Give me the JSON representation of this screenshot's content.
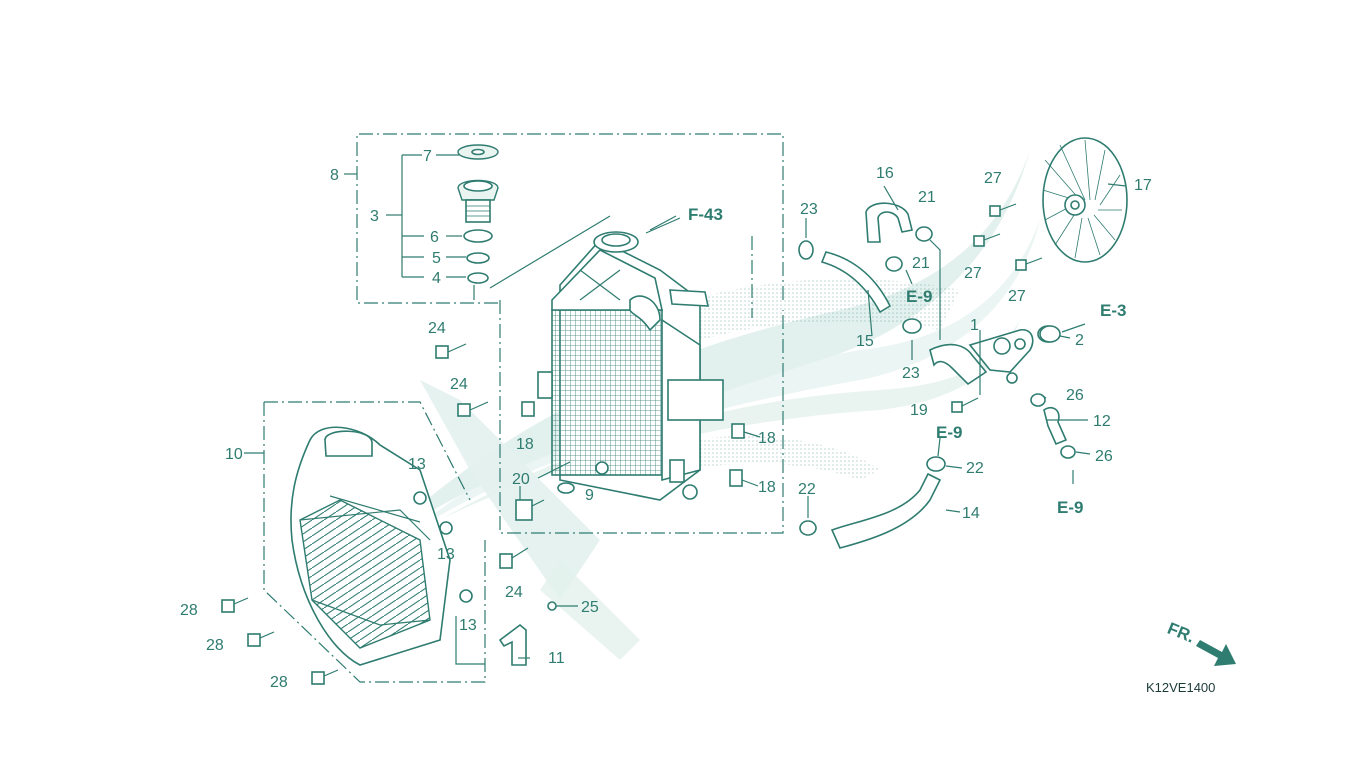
{
  "colors": {
    "ink": "#2f7c70",
    "watermark": "#e3f1ee",
    "background": "#ffffff"
  },
  "diagram_code": "K12VE1400",
  "front_marker": "FR.",
  "references": {
    "f43": "F-43",
    "e3": "E-3",
    "e9_a": "E-9",
    "e9_b": "E-9",
    "e9_c": "E-9"
  },
  "callouts": {
    "c1": "1",
    "c2": "2",
    "c3": "3",
    "c4": "4",
    "c5": "5",
    "c6": "6",
    "c7": "7",
    "c8": "8",
    "c9": "9",
    "c10": "10",
    "c11": "11",
    "c12": "12",
    "c13a": "13",
    "c13b": "13",
    "c13c": "13",
    "c14": "14",
    "c15": "15",
    "c16": "16",
    "c17": "17",
    "c18a": "18",
    "c18b": "18",
    "c18c": "18",
    "c19": "19",
    "c20": "20",
    "c21a": "21",
    "c21b": "21",
    "c22a": "22",
    "c22b": "22",
    "c23a": "23",
    "c23b": "23",
    "c24a": "24",
    "c24b": "24",
    "c24c": "24",
    "c25": "25",
    "c26a": "26",
    "c26b": "26",
    "c27a": "27",
    "c27b": "27",
    "c27c": "27",
    "c28a": "28",
    "c28b": "28",
    "c28c": "28"
  }
}
